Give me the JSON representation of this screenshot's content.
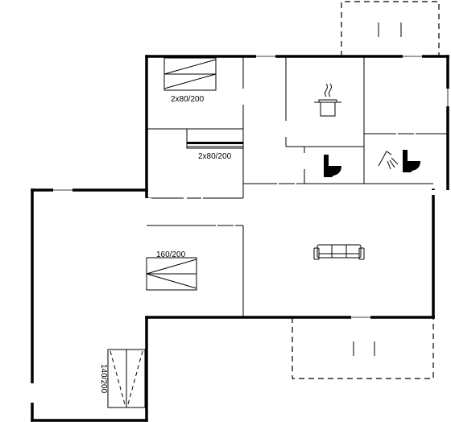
{
  "labels": {
    "bed_top": "2x80/200",
    "bed_mid": "2x80/200",
    "bed_double": "160/200",
    "bed_lower": "140/200"
  },
  "icons": [
    "cooking-pot-icon",
    "toilet-icon",
    "shower-icon",
    "sofa-icon"
  ]
}
